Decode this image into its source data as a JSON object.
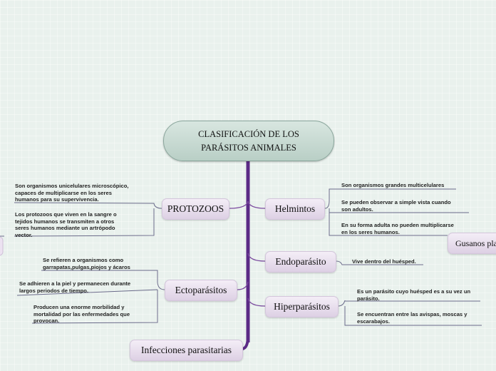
{
  "root": {
    "title": "CLASIFICACIÓN DE LOS\nPARÁSITOS ANIMALES"
  },
  "nodes": {
    "protozoos": "PROTOZOOS",
    "ectoparasitos": "Ectoparásitos",
    "infecciones": "Infecciones parasitarias",
    "helmintos": "Helmintos",
    "endoparasito": "Endoparásito",
    "hiperparasitos": "Hiperparásitos",
    "gusanos": "Gusanos pla"
  },
  "leaves": {
    "protozoos_1": "Son organismos unicelulares microscópico,\ncapaces de multiplicarse en los seres\nhumanos para su supervivencia.",
    "protozoos_2": "Los protozoos que viven en la sangre o\ntejidos humanos se transmiten a otros\nseres humanos mediante un artrópodo\nvector.",
    "ecto_1": "Se refieren a organismos como\ngarrapatas,pulgas,piojos y ácaros",
    "ecto_2": "Se adhieren a la piel y permanecen durante\nlargos periodos de tiempo.",
    "ecto_3": "Producen una enorme morbilidad y\nmortalidad por las enfermedades que\nprovocan.",
    "helmintos_1": "Son organismos grandes multicelulares",
    "helmintos_2": "Se pueden observar a simple vista cuando\nson adultos.",
    "helmintos_3": "En su forma adulta no pueden multiplicarse\nen los seres humanos.",
    "endo_1": "Vive dentro del huésped.",
    "hiper_1": "Es un parásito cuyo huésped es a su vez un\nparásito.",
    "hiper_2": "Se encuentran entre las avispas, moscas y\nescarabajos."
  },
  "colors": {
    "trunk": "#5b2a86",
    "branch": "#7a4a9e",
    "leafLine": "#6b6b8a"
  }
}
